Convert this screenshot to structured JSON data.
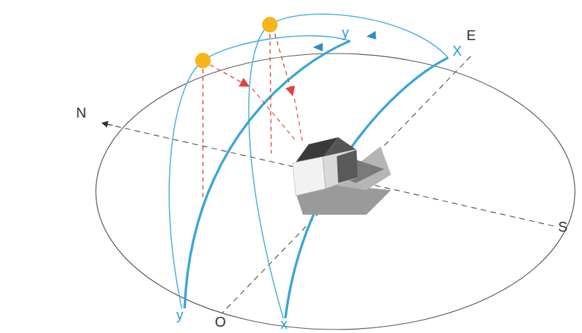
{
  "diagram": {
    "labels": [
      "N",
      "E",
      "X",
      "y",
      "S",
      "O",
      "y",
      "x"
    ]
  }
}
